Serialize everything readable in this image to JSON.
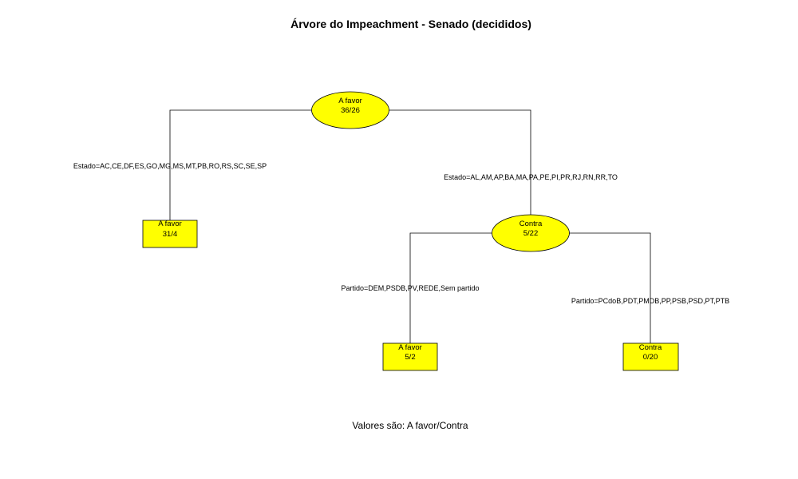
{
  "title": "Árvore do Impeachment - Senado (decididos)",
  "footer": "Valores são: A favor/Contra",
  "colors": {
    "node_fill": "#ffff00",
    "line": "#000000",
    "background": "#ffffff"
  },
  "nodes": {
    "root": {
      "shape": "ellipse",
      "label": "A favor",
      "value": "36/26"
    },
    "left_leaf": {
      "shape": "box",
      "label": "A favor",
      "value": "31/4"
    },
    "right_internal": {
      "shape": "ellipse",
      "label": "Contra",
      "value": "5/22"
    },
    "right_left_leaf": {
      "shape": "box",
      "label": "A favor",
      "value": "5/2"
    },
    "right_right_leaf": {
      "shape": "box",
      "label": "Contra",
      "value": "0/20"
    }
  },
  "edges": {
    "root_left": "Estado=AC,CE,DF,ES,GO,MG,MS,MT,PB,RO,RS,SC,SE,SP",
    "root_right": "Estado=AL,AM,AP,BA,MA,PA,PE,PI,PR,RJ,RN,RR,TO",
    "internal_left": "Partido=DEM,PSDB,PV,REDE,Sem partido",
    "internal_right": "Partido=PCdoB,PDT,PMDB,PP,PSB,PSD,PT,PTB"
  }
}
